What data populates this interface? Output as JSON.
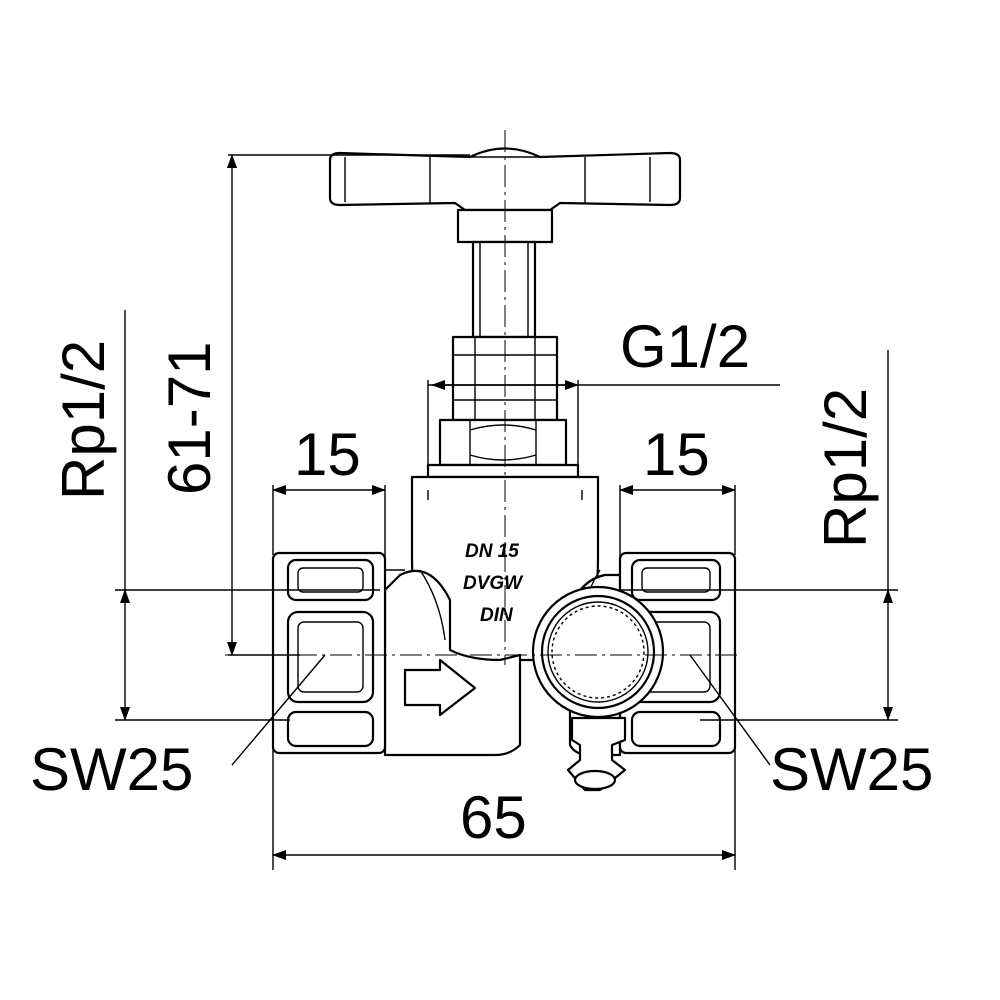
{
  "dimensions": {
    "left_thread": "Rp1/2",
    "height_range": "61-71",
    "left_length": "15",
    "right_length": "15",
    "top_thread": "G1/2",
    "right_thread": "Rp1/2",
    "left_wrench": "SW25",
    "right_wrench": "SW25",
    "overall_length": "65"
  },
  "body_markings": {
    "line1": "DN 15",
    "line2": "DVGW",
    "line3": "DIN"
  },
  "colors": {
    "line": "#000000",
    "background": "#ffffff"
  }
}
